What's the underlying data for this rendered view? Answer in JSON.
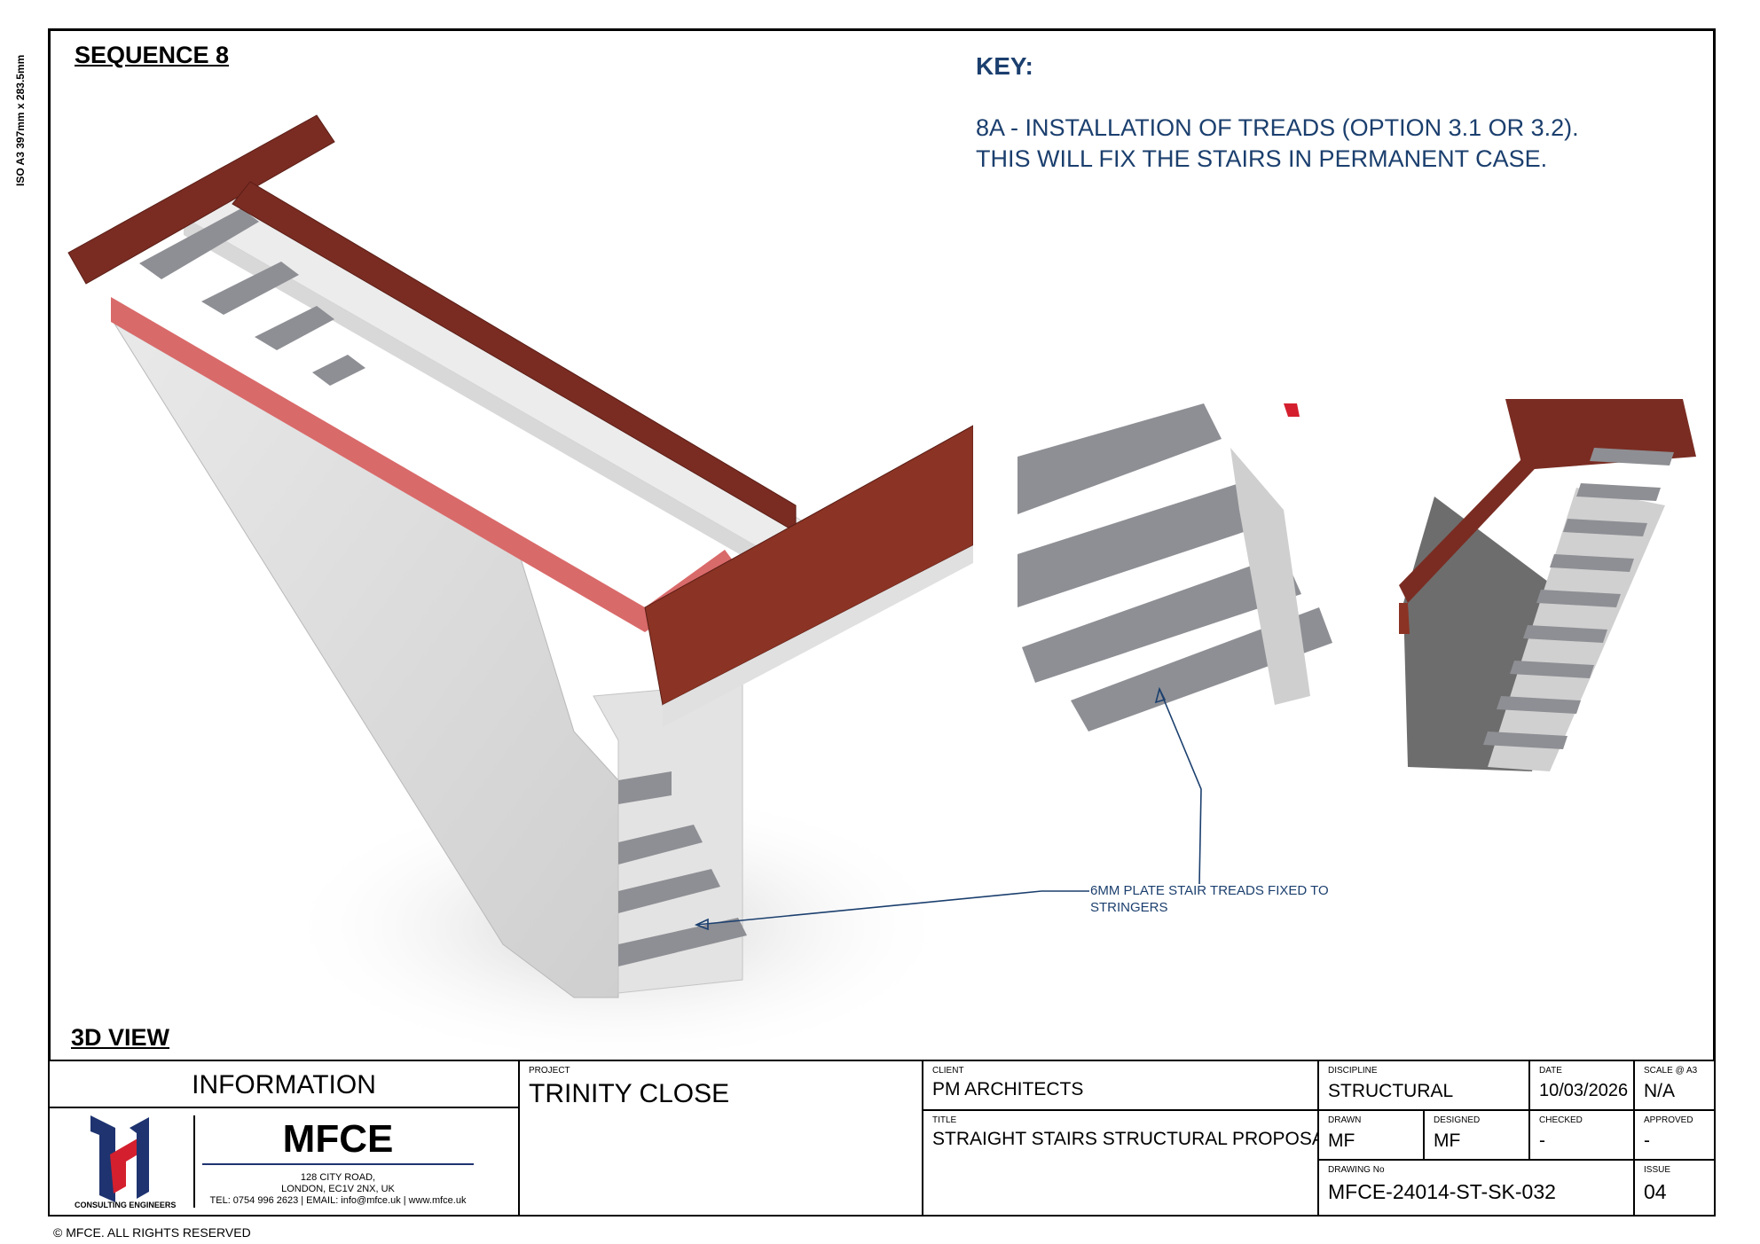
{
  "sheet": {
    "iso_note": "ISO A3 397mm x 283.5mm",
    "sequence_title": "SEQUENCE 8",
    "view_label": "3D VIEW",
    "copyright": "© MFCE. ALL RIGHTS RESERVED"
  },
  "key": {
    "title": "KEY:",
    "line1": "8A - INSTALLATION OF TREADS (OPTION 3.1 OR 3.2).",
    "line2": "THIS WILL FIX THE STAIRS IN PERMANENT CASE."
  },
  "callout": {
    "line1": "6MM PLATE STAIR TREADS FIXED TO",
    "line2": "STRINGERS"
  },
  "colors": {
    "steel_beam": "#7a2c22",
    "pink_angle": "#d96a6a",
    "annotation_blue": "#1b3f6e",
    "tread_grey": "#8e8f94",
    "stringer_light": "#dcdcdc",
    "logo_blue": "#1e3370",
    "logo_red": "#d4202e"
  },
  "title_block": {
    "information_label": "INFORMATION",
    "company": {
      "name": "MFCE",
      "subtitle": "CONSULTING ENGINEERS",
      "address1": "128 CITY ROAD,",
      "address2": "LONDON, EC1V 2NX, UK",
      "contact": "TEL: 0754 996 2623 | EMAIL: info@mfce.uk | www.mfce.uk"
    },
    "project": {
      "label": "PROJECT",
      "value": "TRINITY CLOSE"
    },
    "client": {
      "label": "CLIENT",
      "value": "PM ARCHITECTS"
    },
    "title": {
      "label": "TITLE",
      "value": "STRAIGHT STAIRS STRUCTURAL PROPOSAL"
    },
    "discipline": {
      "label": "DISCIPLINE",
      "value": "STRUCTURAL"
    },
    "date": {
      "label": "DATE",
      "value": "10/03/2026"
    },
    "scale": {
      "label": "SCALE @ A3",
      "value": "N/A"
    },
    "drawn": {
      "label": "DRAWN",
      "value": "MF"
    },
    "designed": {
      "label": "DESIGNED",
      "value": "MF"
    },
    "checked": {
      "label": "CHECKED",
      "value": "-"
    },
    "approved": {
      "label": "APPROVED",
      "value": "-"
    },
    "drawing_no": {
      "label": "DRAWING No",
      "value": "MFCE-24014-ST-SK-032"
    },
    "issue": {
      "label": "ISSUE",
      "value": "04"
    }
  }
}
